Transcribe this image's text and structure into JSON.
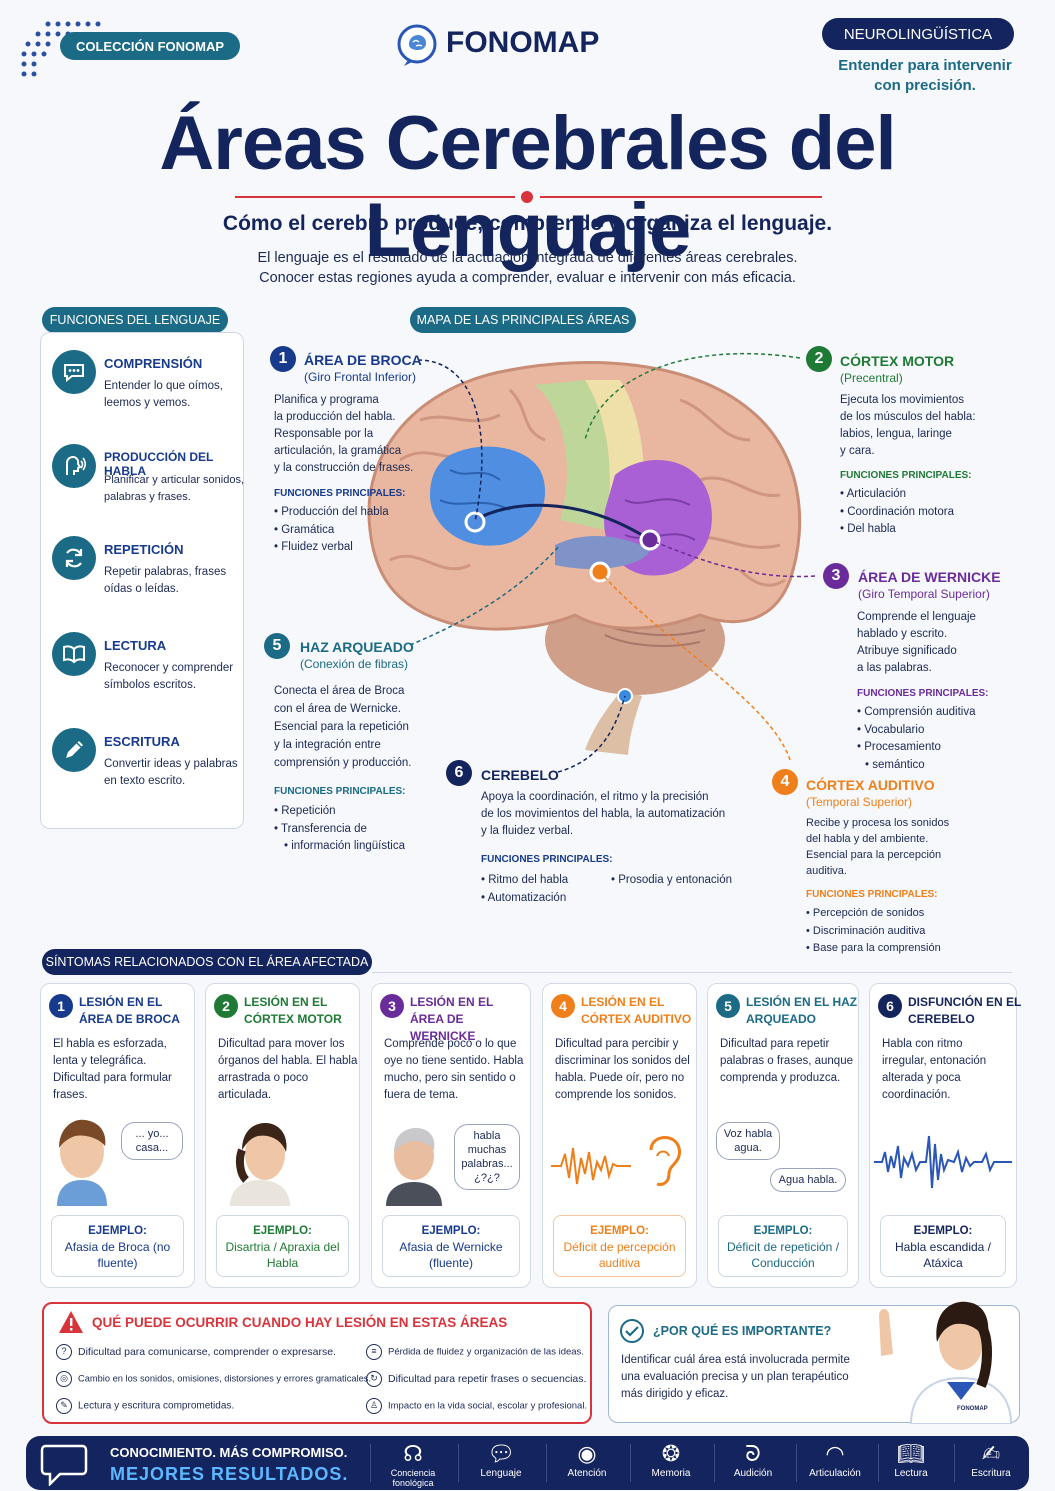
{
  "header": {
    "collection": "COLECCIÓN FONOMAP",
    "brand": "FONOMAP",
    "badge": "NEUROLINGÜÍSTICA",
    "tagline1": "Entender para intervenir",
    "tagline2": "con precisión."
  },
  "title": "Áreas Cerebrales del Lenguaje",
  "subtitle": "Cómo el cerebro produce, comprende y organiza el lenguaje.",
  "intro1": "El lenguaje es el resultado de la actuación integrada de diferentes áreas cerebrales.",
  "intro2": "Conocer estas regiones ayuda a comprender, evaluar e intervenir con más eficacia.",
  "functions": {
    "label": "FUNCIONES DEL LENGUAJE",
    "items": [
      {
        "title": "COMPRENSIÓN",
        "text": "Entender lo que oímos, leemos y vemos.",
        "icon": "speech-bubble-icon"
      },
      {
        "title": "PRODUCCIÓN DEL HABLA",
        "text": "Planificar y articular sonidos, palabras y frases.",
        "icon": "speaking-head-icon"
      },
      {
        "title": "REPETICIÓN",
        "text": "Repetir palabras, frases oídas o leídas.",
        "icon": "refresh-icon"
      },
      {
        "title": "LECTURA",
        "text": "Reconocer y comprender símbolos escritos.",
        "icon": "book-icon"
      },
      {
        "title": "ESCRITURA",
        "text": "Convertir ideas y palabras en texto escrito.",
        "icon": "pencil-icon"
      }
    ]
  },
  "map_label": "MAPA DE LAS PRINCIPALES ÁREAS",
  "fp_label": "FUNCIONES PRINCIPALES:",
  "areas": {
    "broca": {
      "n": "1",
      "title": "ÁREA DE BROCA",
      "sub": "(Giro Frontal Inferior)",
      "text": [
        "Planifica y programa",
        "la producción del habla.",
        "Responsable por la",
        "articulación, la gramática",
        "y la construcción de frases."
      ],
      "fn": [
        "Producción del habla",
        "Gramática",
        "Fluidez verbal"
      ]
    },
    "motor": {
      "n": "2",
      "title": "CÓRTEX MOTOR",
      "sub": "(Precentral)",
      "text": [
        "Ejecuta los movimientos",
        "de los músculos del habla:",
        "labios, lengua, laringe",
        "y cara."
      ],
      "fn": [
        "Articulación",
        "Coordinación motora",
        "Del habla"
      ]
    },
    "wernicke": {
      "n": "3",
      "title": "ÁREA DE WERNICKE",
      "sub": "(Giro Temporal Superior)",
      "text": [
        "Comprende el lenguaje",
        "hablado y escrito.",
        "Atribuye significado",
        "a las palabras."
      ],
      "fn": [
        "Comprensión auditiva",
        "Vocabulario",
        "Procesamiento",
        "semántico"
      ]
    },
    "auditivo": {
      "n": "4",
      "title": "CÓRTEX AUDITIVO",
      "sub": "(Temporal Superior)",
      "text": [
        "Recibe y procesa los sonidos",
        "del habla y del ambiente.",
        "Esencial para la percepción",
        "auditiva."
      ],
      "fn": [
        "Percepción de sonidos",
        "Discriminación auditiva",
        "Base para la comprensión"
      ]
    },
    "arqueado": {
      "n": "5",
      "title": "HAZ ARQUEADO",
      "sub": "(Conexión de fibras)",
      "text": [
        "Conecta el área de Broca",
        "con el área de Wernicke.",
        "Esencial para la repetición",
        "y la integración entre",
        "comprensión y producción."
      ],
      "fn": [
        "Repetición",
        "Transferencia de",
        "información lingüística"
      ]
    },
    "cerebelo": {
      "n": "6",
      "title": "CEREBELO",
      "text": [
        "Apoya la coordinación, el ritmo y la precisión",
        "de los movimientos del habla, la automatización",
        "y la fluidez verbal."
      ],
      "fn": [
        "Ritmo del habla",
        "Automatización",
        "Prosodia y entonación"
      ]
    }
  },
  "symptoms": {
    "label": "SÍNTOMAS RELACIONADOS CON EL ÁREA AFECTADA",
    "example_label": "EJEMPLO:",
    "cards": [
      {
        "n": "1",
        "title": "LESIÓN EN EL ÁREA DE BROCA",
        "text": "El habla es esforzada, lenta y telegráfica. Dificultad para formular frases.",
        "example": "Afasia de Broca (no fluente)",
        "bubble": "... yo... casa...",
        "color": "#173a8c"
      },
      {
        "n": "2",
        "title": "LESIÓN EN EL CÓRTEX MOTOR",
        "text": "Dificultad para mover los órganos del habla. El habla arrastrada o poco articulada.",
        "example": "Disartria / Apraxia del Habla",
        "color": "#1f7a35"
      },
      {
        "n": "3",
        "title": "LESIÓN EN EL ÁREA DE WERNICKE",
        "text": "Comprende poco o lo que oye no tiene sentido. Habla mucho, pero sin sentido o fuera de tema.",
        "example": "Afasia de Wernicke (fluente)",
        "bubble": "habla muchas palabras... ¿?¿?",
        "color": "#6a2c9a"
      },
      {
        "n": "4",
        "title": "LESIÓN EN EL CÓRTEX AUDITIVO",
        "text": "Dificultad para percibir y discriminar los sonidos del habla. Puede oír, pero no comprende los sonidos.",
        "example": "Déficit de percepción auditiva",
        "color": "#ef7f1a"
      },
      {
        "n": "5",
        "title": "LESIÓN EN EL HAZ ARQUEADO",
        "text": "Dificultad para repetir palabras o frases, aunque comprenda y produzca.",
        "example": "Déficit de repetición / Conducción",
        "bubble1": "Voz habla agua.",
        "bubble2": "Agua habla.",
        "color": "#1b6a86"
      },
      {
        "n": "6",
        "title": "DISFUNCIÓN EN EL CEREBELO",
        "text": "Habla con ritmo irregular, entonación alterada y poca coordinación.",
        "example": "Habla escandida / Atáxica",
        "color": "#14245c"
      }
    ]
  },
  "consequences": {
    "title": "QUÉ PUEDE OCURRIR CUANDO HAY LESIÓN EN ESTAS ÁREAS",
    "items": [
      "Dificultad para comunicarse, comprender o expresarse.",
      "Pérdida de fluidez y organización de las ideas.",
      "Cambio en los sonidos, omisiones, distorsiones y errores gramaticales.",
      "Dificultad para repetir frases o secuencias.",
      "Lectura y escritura comprometidas.",
      "Impacto en la vida social, escolar y profesional."
    ]
  },
  "importance": {
    "title": "¿POR QUÉ ES IMPORTANTE?",
    "text": "Identificar cuál área está involucrada permite una evaluación precisa y un plan terapéutico más dirigido y eficaz.",
    "coat": "FONOMAP"
  },
  "footer": {
    "line1": "CONOCIMIENTO. MÁS COMPROMISO.",
    "line2": "MEJORES RESULTADOS.",
    "items": [
      "Conciencia fonológica",
      "Lenguaje",
      "Atención",
      "Memoria",
      "Audición",
      "Articulación",
      "Lectura",
      "Escritura"
    ]
  },
  "colors": {
    "navy": "#13245e",
    "broca": "#4a86d6",
    "motor": "#9bc67a",
    "wernicke": "#a35fd1",
    "auditivo": "#ef7f1a",
    "arqueado": "#1b6a86"
  }
}
